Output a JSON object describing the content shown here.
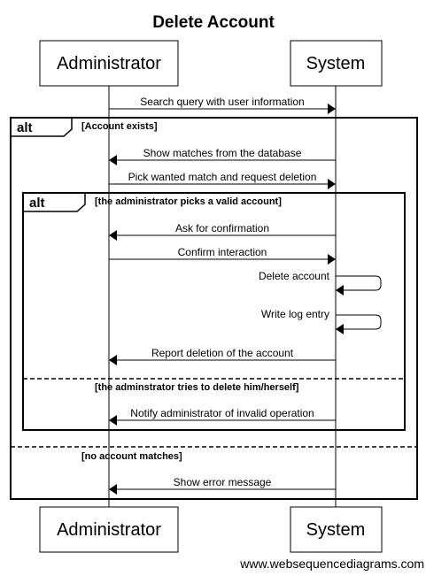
{
  "title": "Delete Account",
  "participants": [
    "Administrator",
    "System"
  ],
  "credit": "www.websequencediagrams.com",
  "messages": [
    "Search query with user information",
    "Show matches from the database",
    "Pick wanted match and request deletion",
    "Ask for confirmation",
    "Confirm interaction",
    "Delete account",
    "Write log entry",
    "Report deletion of the account",
    "Notify administrator of invalid operation",
    "Show error message"
  ],
  "fragments": {
    "outer": {
      "keyword": "alt",
      "guards": [
        "[Account exists]",
        "[no account matches]"
      ]
    },
    "inner": {
      "keyword": "alt",
      "guards": [
        "[the administrator picks a valid account]",
        "[the adminstrator tries to delete him/herself]"
      ]
    }
  }
}
